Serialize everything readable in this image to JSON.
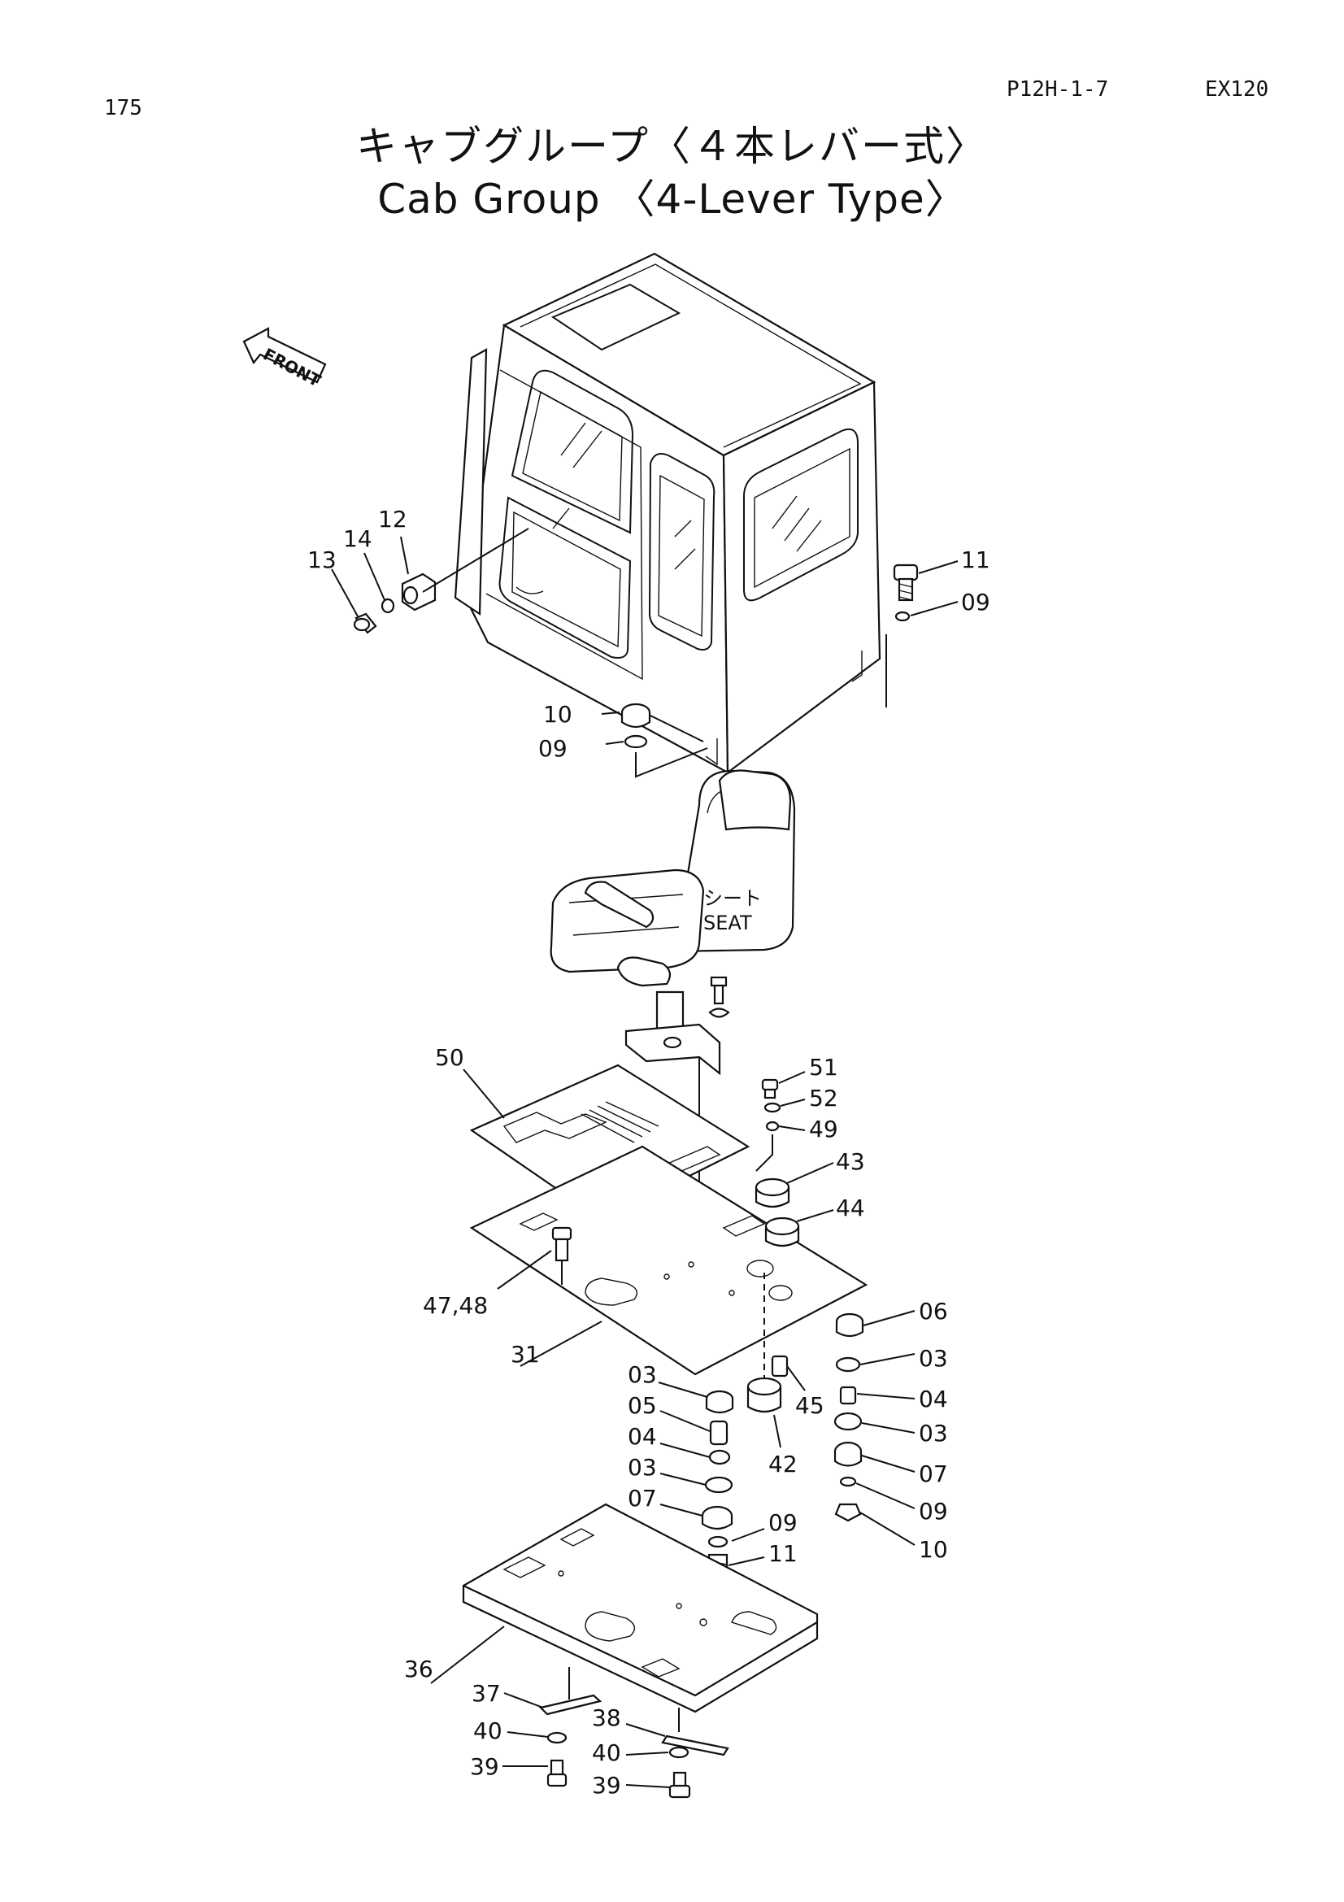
{
  "header": {
    "page_number": "175",
    "ref_code": "P12H-1-7",
    "model": "EX120"
  },
  "title": {
    "japanese": "キャブグループ〈４本レバー式〉",
    "english": "Cab Group 〈4-Lever Type〉"
  },
  "annotations": {
    "front_arrow": "FRONT",
    "seat_jp": "シート",
    "seat_en": "SEAT"
  },
  "part_labels": {
    "p13": "13",
    "p14": "14",
    "p12": "12",
    "p11_top": "11",
    "p09_right": "09",
    "p10_top": "10",
    "p09_mid": "09",
    "p50": "50",
    "p51": "51",
    "p52": "52",
    "p49": "49",
    "p43": "43",
    "p44": "44",
    "p47_48": "47,48",
    "p31": "31",
    "p06": "06",
    "p03_a": "03",
    "p05": "05",
    "p04_a": "04",
    "p03_b": "03",
    "p07_a": "07",
    "p45": "45",
    "p42": "42",
    "p09_low": "09",
    "p11_low": "11",
    "p03_r1": "03",
    "p04_r": "04",
    "p03_r2": "03",
    "p07_r": "07",
    "p09_r": "09",
    "p10_r": "10",
    "p36": "36",
    "p37": "37",
    "p40_a": "40",
    "p39_a": "39",
    "p38": "38",
    "p40_b": "40",
    "p39_b": "39"
  }
}
